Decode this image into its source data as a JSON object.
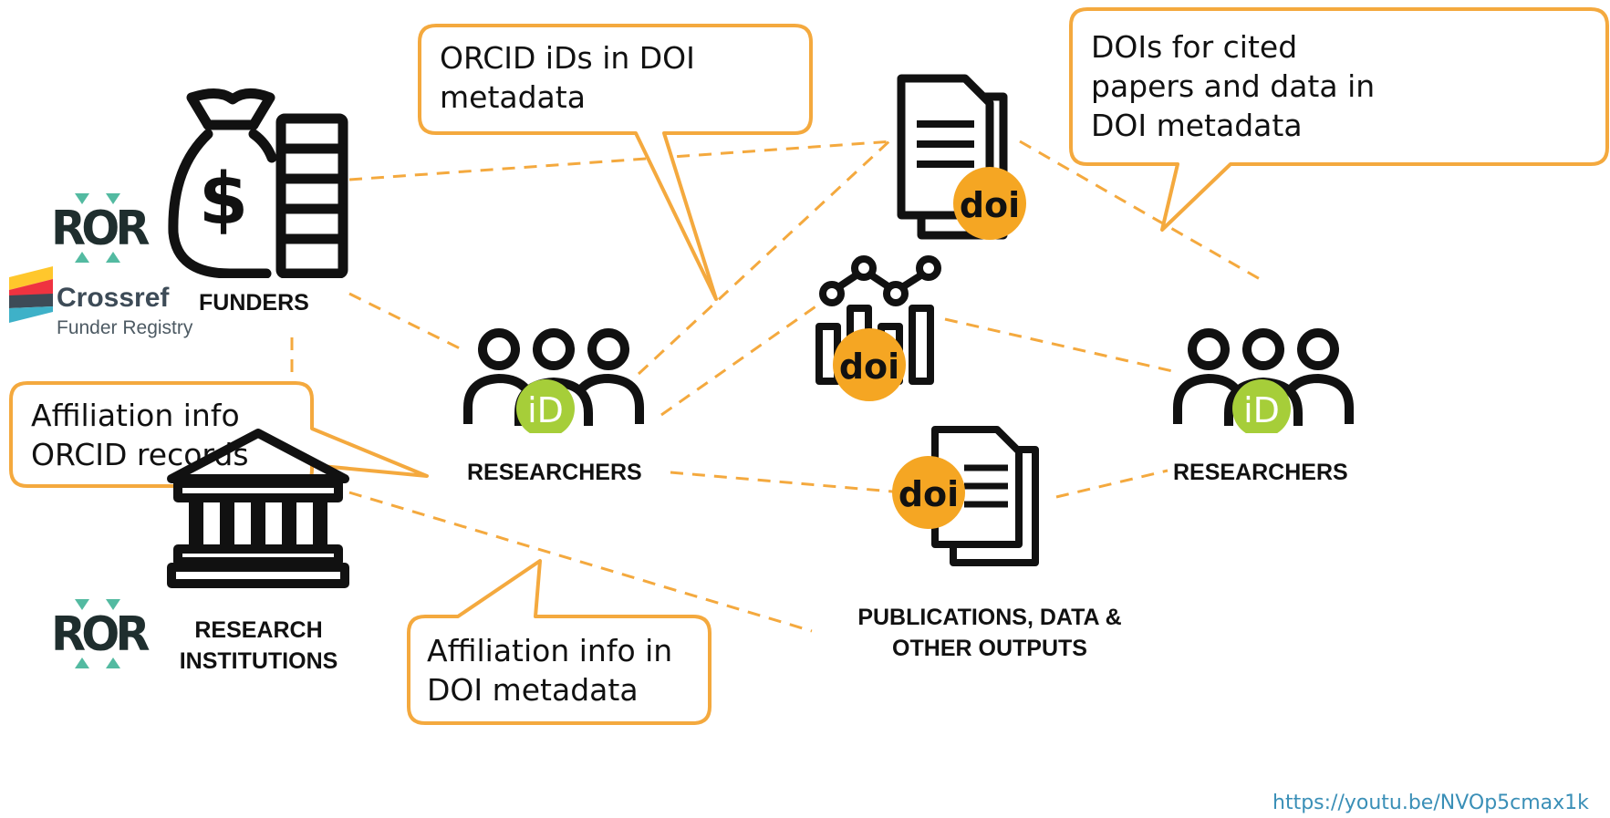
{
  "nodes": {
    "funders": "FUNDERS",
    "researchers_left": "RESEARCHERS",
    "researchers_right": "RESEARCHERS",
    "institutions_line1": "RESEARCH",
    "institutions_line2": "INSTITUTIONS",
    "outputs_line1": "PUBLICATIONS, DATA &",
    "outputs_line2": "OTHER OUTPUTS"
  },
  "callouts": {
    "orcid_doi_line1": "ORCID iDs in DOI",
    "orcid_doi_line2": "metadata",
    "cited_line1": "DOIs for cited",
    "cited_line2": "papers and data in",
    "cited_line3": "DOI metadata",
    "affil_orcid_line1": "Affiliation info",
    "affil_orcid_line2": "ORCID records",
    "affil_doi_line1": "Affiliation info in",
    "affil_doi_line2": "DOI metadata"
  },
  "logos": {
    "ror_top": "ROR",
    "ror_bottom": "ROR",
    "crossref": "Crossref",
    "crossref_sub": "Funder Registry"
  },
  "badges": {
    "doi": "doi",
    "orcid": "iD"
  },
  "footer": {
    "url": "https://youtu.be/NVOp5cmax1k"
  },
  "colors": {
    "accent_orange": "#f4a93e",
    "doi_yellow": "#f5a623",
    "orcid_green": "#a6ce39",
    "ror_teal": "#53baa1",
    "link_blue": "#3a8fb7"
  }
}
